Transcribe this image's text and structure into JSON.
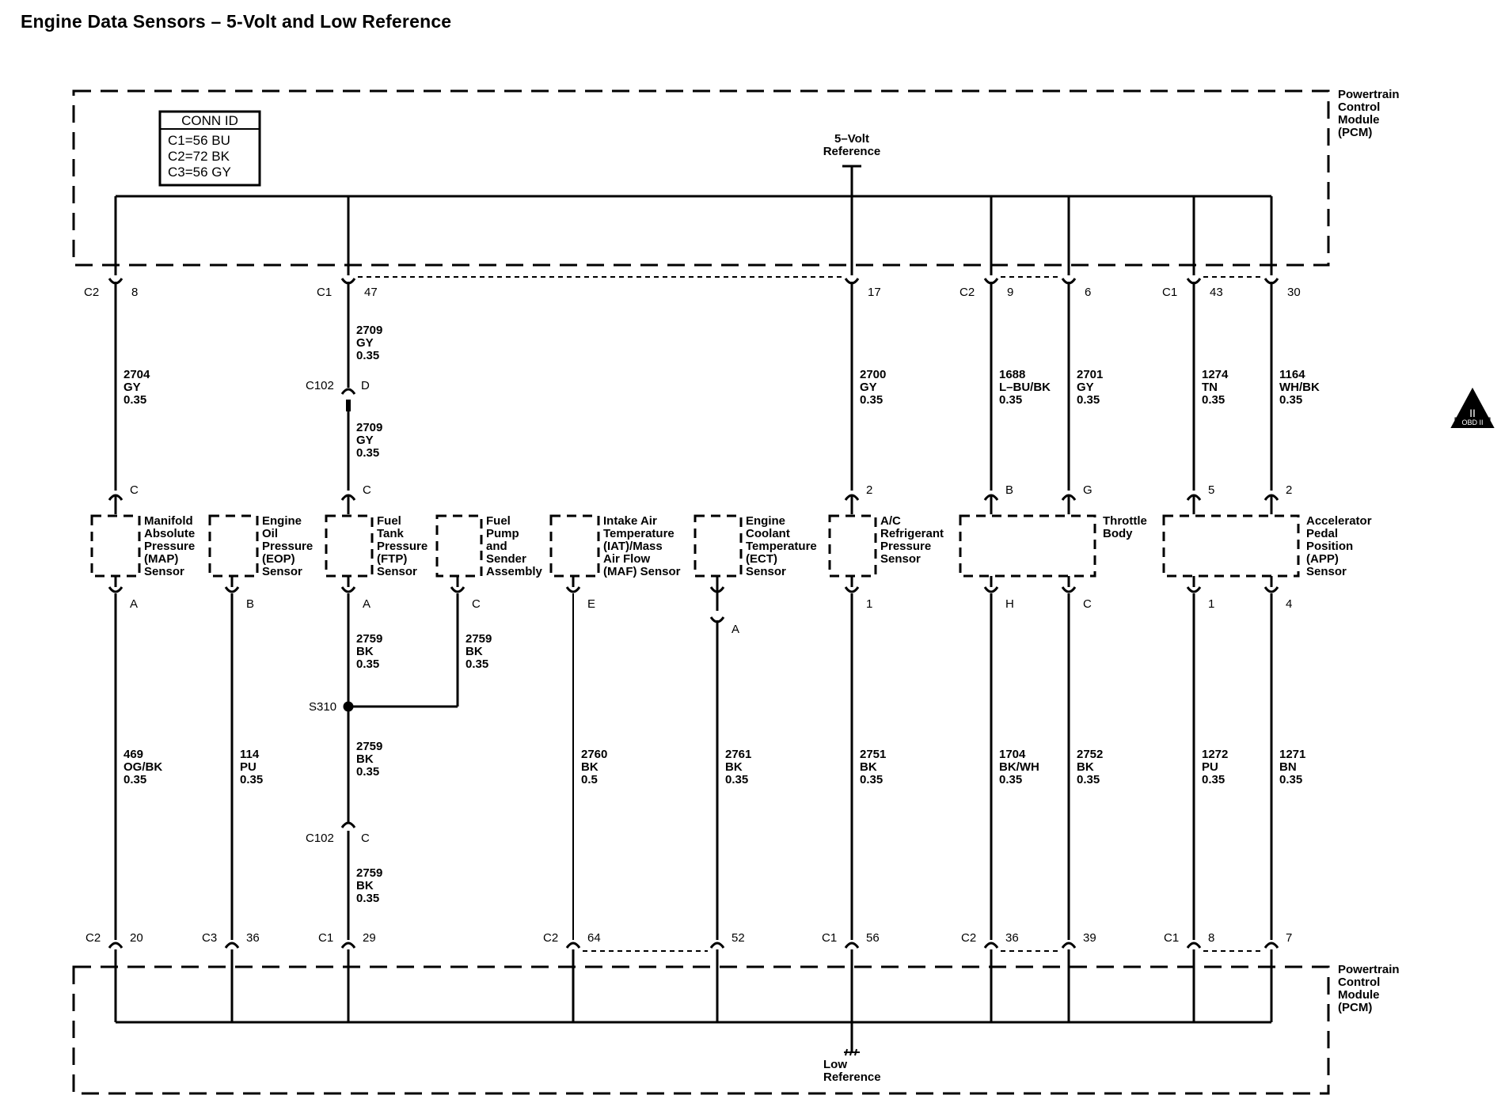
{
  "title": "Engine Data Sensors – 5-Volt and Low Reference",
  "module_label": [
    "Powertrain",
    "Control",
    "Module",
    "(PCM)"
  ],
  "conn_id": {
    "header": "CONN ID",
    "rows": [
      "C1=56 BU",
      "C2=72 BK",
      "C3=56 GY"
    ]
  },
  "reference_5v": [
    "5–Volt",
    "Reference"
  ],
  "reference_low": [
    "Low",
    "Reference"
  ],
  "obd_badge": "OBD II",
  "obd_symbol": "II",
  "top_pins": [
    {
      "conn": "C2",
      "pin": "8",
      "wire": [
        "2704",
        "GY",
        "0.35"
      ],
      "sensor_pin": "C"
    },
    {
      "conn": "C1",
      "pin": "47",
      "wire": [
        "2709",
        "GY",
        "0.35"
      ],
      "sensor_pin": "C"
    },
    {
      "conn": "",
      "pin": "17",
      "wire": [
        "2700",
        "GY",
        "0.35"
      ],
      "sensor_pin": "2"
    },
    {
      "conn": "C2",
      "pin": "9",
      "wire": [
        "1688",
        "L–BU/BK",
        "0.35"
      ],
      "sensor_pin": "B"
    },
    {
      "conn": "",
      "pin": "6",
      "wire": [
        "2701",
        "GY",
        "0.35"
      ],
      "sensor_pin": "G"
    },
    {
      "conn": "C1",
      "pin": "43",
      "wire": [
        "1274",
        "TN",
        "0.35"
      ],
      "sensor_pin": "5"
    },
    {
      "conn": "",
      "pin": "30",
      "wire": [
        "1164",
        "WH/BK",
        "0.35"
      ],
      "sensor_pin": "2"
    }
  ],
  "c102_upper": {
    "name": "C102",
    "pin": "D",
    "wire_below": [
      "2709",
      "GY",
      "0.35"
    ]
  },
  "c102_lower": {
    "name": "C102",
    "pin": "C",
    "wire_below": [
      "2759",
      "BK",
      "0.35"
    ]
  },
  "splice": {
    "name": "S310"
  },
  "components": [
    {
      "label": [
        "Manifold",
        "Absolute",
        "Pressure",
        "(MAP)",
        "Sensor"
      ]
    },
    {
      "label": [
        "Engine",
        "Oil",
        "Pressure",
        "(EOP)",
        "Sensor"
      ]
    },
    {
      "label": [
        "Fuel",
        "Tank",
        "Pressure",
        "(FTP)",
        "Sensor"
      ]
    },
    {
      "label": [
        "Fuel",
        "Pump",
        "and",
        "Sender",
        "Assembly"
      ]
    },
    {
      "label": [
        "Intake Air",
        "Temperature",
        "(IAT)/Mass",
        "Air Flow",
        "(MAF) Sensor"
      ]
    },
    {
      "label": [
        "Engine",
        "Coolant",
        "Temperature",
        "(ECT)",
        "Sensor"
      ]
    },
    {
      "label": [
        "A/C",
        "Refrigerant",
        "Pressure",
        "Sensor"
      ]
    },
    {
      "label": [
        "Throttle",
        "Body"
      ]
    },
    {
      "label": [
        "Accelerator",
        "Pedal",
        "Position",
        "(APP)",
        "Sensor"
      ]
    }
  ],
  "bottom_sensor_pins": [
    "A",
    "B",
    "A",
    "C",
    "E",
    "A",
    "1",
    "H",
    "C",
    "1",
    "4"
  ],
  "ftp_ground_wires": [
    [
      "2759",
      "BK",
      "0.35"
    ],
    [
      "2759",
      "BK",
      "0.35"
    ],
    [
      "2759",
      "BK",
      "0.35"
    ]
  ],
  "low_wires": [
    [
      "469",
      "OG/BK",
      "0.35"
    ],
    [
      "114",
      "PU",
      "0.35"
    ],
    [
      "2760",
      "BK",
      "0.5"
    ],
    [
      "2761",
      "BK",
      "0.35"
    ],
    [
      "2751",
      "BK",
      "0.35"
    ],
    [
      "1704",
      "BK/WH",
      "0.35"
    ],
    [
      "2752",
      "BK",
      "0.35"
    ],
    [
      "1272",
      "PU",
      "0.35"
    ],
    [
      "1271",
      "BN",
      "0.35"
    ]
  ],
  "bottom_pins": [
    {
      "conn": "C2",
      "pin": "20"
    },
    {
      "conn": "C3",
      "pin": "36"
    },
    {
      "conn": "C1",
      "pin": "29"
    },
    {
      "conn": "C2",
      "pin": "64"
    },
    {
      "conn": "",
      "pin": "52"
    },
    {
      "conn": "C1",
      "pin": "56"
    },
    {
      "conn": "C2",
      "pin": "36"
    },
    {
      "conn": "",
      "pin": "39"
    },
    {
      "conn": "C1",
      "pin": "8"
    },
    {
      "conn": "",
      "pin": "7"
    }
  ]
}
